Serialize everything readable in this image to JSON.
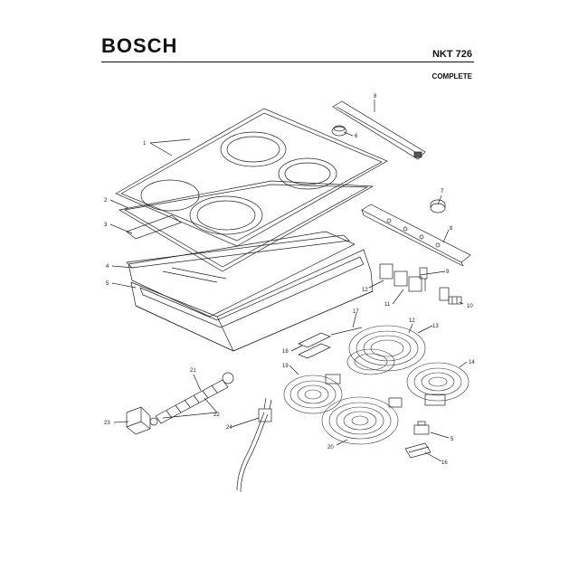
{
  "header": {
    "brand": "BOSCH",
    "model": "NKT 726",
    "subtitle": "COMPLETE"
  },
  "part_labels": {
    "p1": "1",
    "p2": "2",
    "p3": "3",
    "p4": "4",
    "p5": "5",
    "p8a": "8",
    "p6": "6",
    "p7": "7",
    "p8b": "8",
    "p9": "9",
    "p12a": "12",
    "p11": "11",
    "p10": "10",
    "p17": "17",
    "p12b": "12",
    "p13": "13",
    "p18": "18",
    "p19": "19",
    "p14": "14",
    "p21": "21",
    "p22": "22",
    "p23": "23",
    "p24": "24",
    "p20": "20",
    "p5b": "5",
    "p16": "16"
  }
}
